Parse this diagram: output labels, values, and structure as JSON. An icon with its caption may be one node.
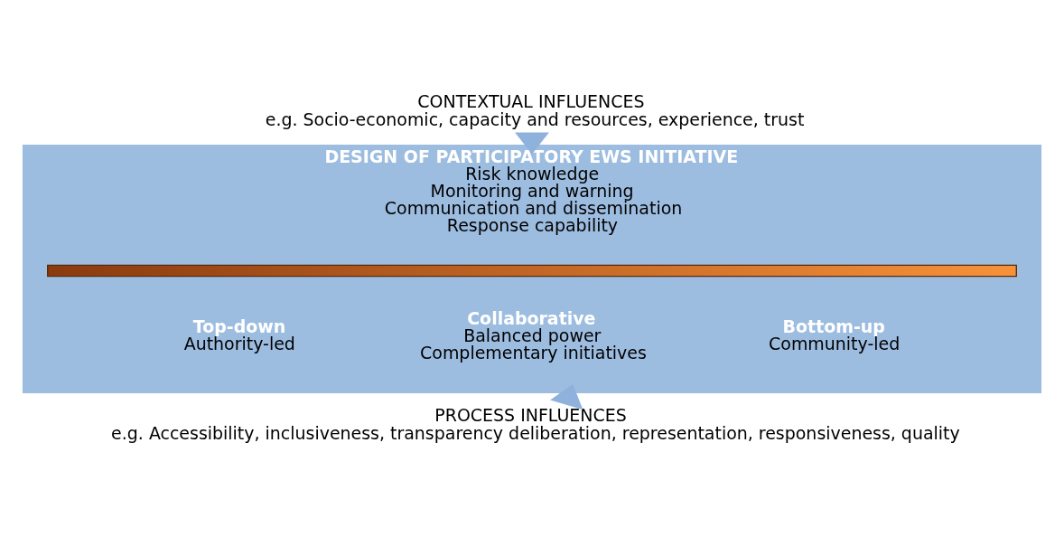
{
  "diagram": {
    "nodes": [
      {
        "text": [
          "CONTEXTUAL INFLUENCES",
          "e.g. Socio-economic, capacity and resources, experience, trust"
        ]
      },
      {
        "text": [
          "DESIGN OF PARTICIPATORY EWS INITIATIVE",
          "Risk knowledge",
          "Monitoring and warning",
          "Communication and dissemination",
          "Response capability"
        ]
      },
      {
        "text": [],
        "shape": "bar",
        "in": 1
      },
      {
        "text": [
          "Top-down",
          "Authority-led"
        ],
        "in": 1
      },
      {
        "text": [
          "Collaborative",
          "Balanced power",
          "Complementary initiatives"
        ],
        "in": 1
      },
      {
        "text": [
          "Bottom-up",
          "Community-led"
        ],
        "in": 1
      },
      {
        "text": [
          "PROCESS INFLUENCES",
          "e.g. Accessibility, inclusiveness, transparency deliberation, representation, responsiveness, quality"
        ]
      }
    ],
    "edges": [
      {
        "from": 0,
        "to": 1,
        "arrow": "to",
        "style": "thick"
      },
      {
        "from": 6,
        "to": 1,
        "arrow": "to",
        "style": "thick"
      }
    ]
  }
}
